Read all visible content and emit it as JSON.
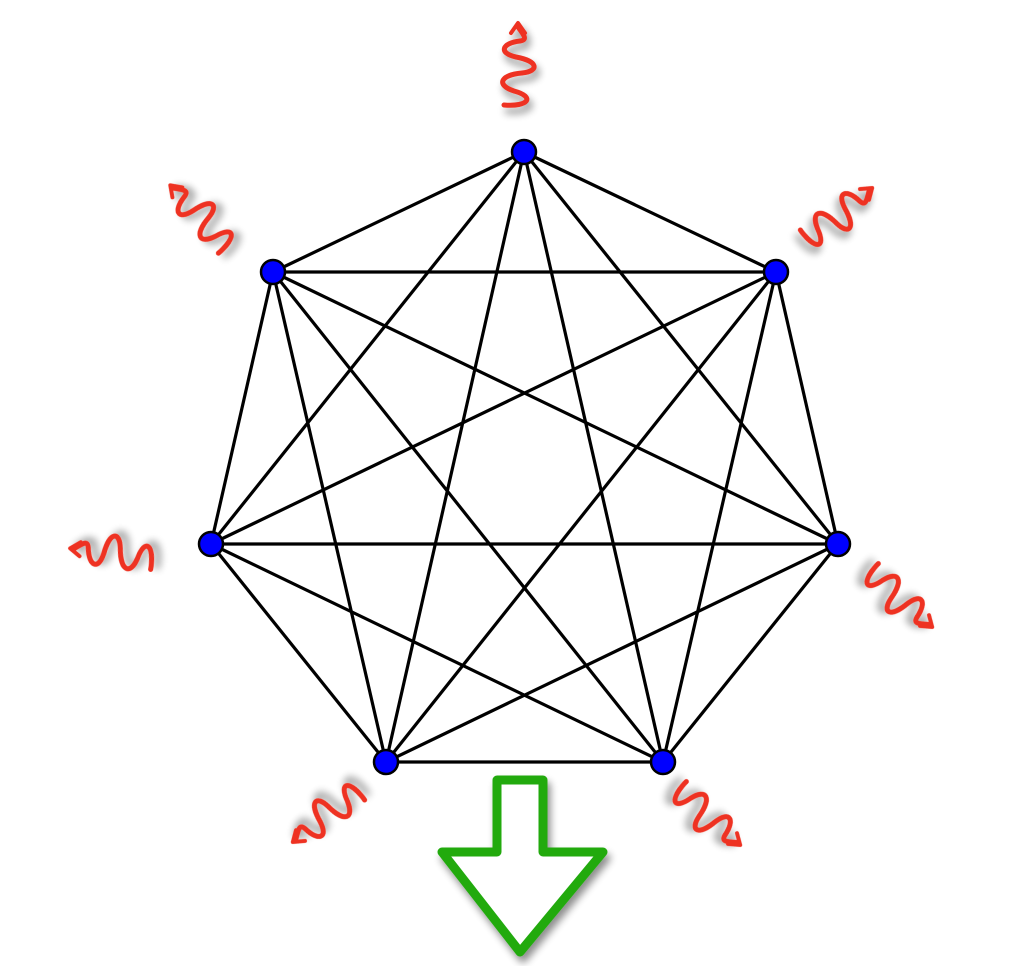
{
  "graph": {
    "type": "complete",
    "node_count": 7,
    "node_color": "#0000ff",
    "edge_color": "#000000"
  },
  "emissions": {
    "count": 7,
    "icon": "wavy-arrow-icon",
    "color": "#ee3322"
  },
  "output_arrow": {
    "icon": "down-arrow-icon",
    "color": "#22aa11"
  }
}
